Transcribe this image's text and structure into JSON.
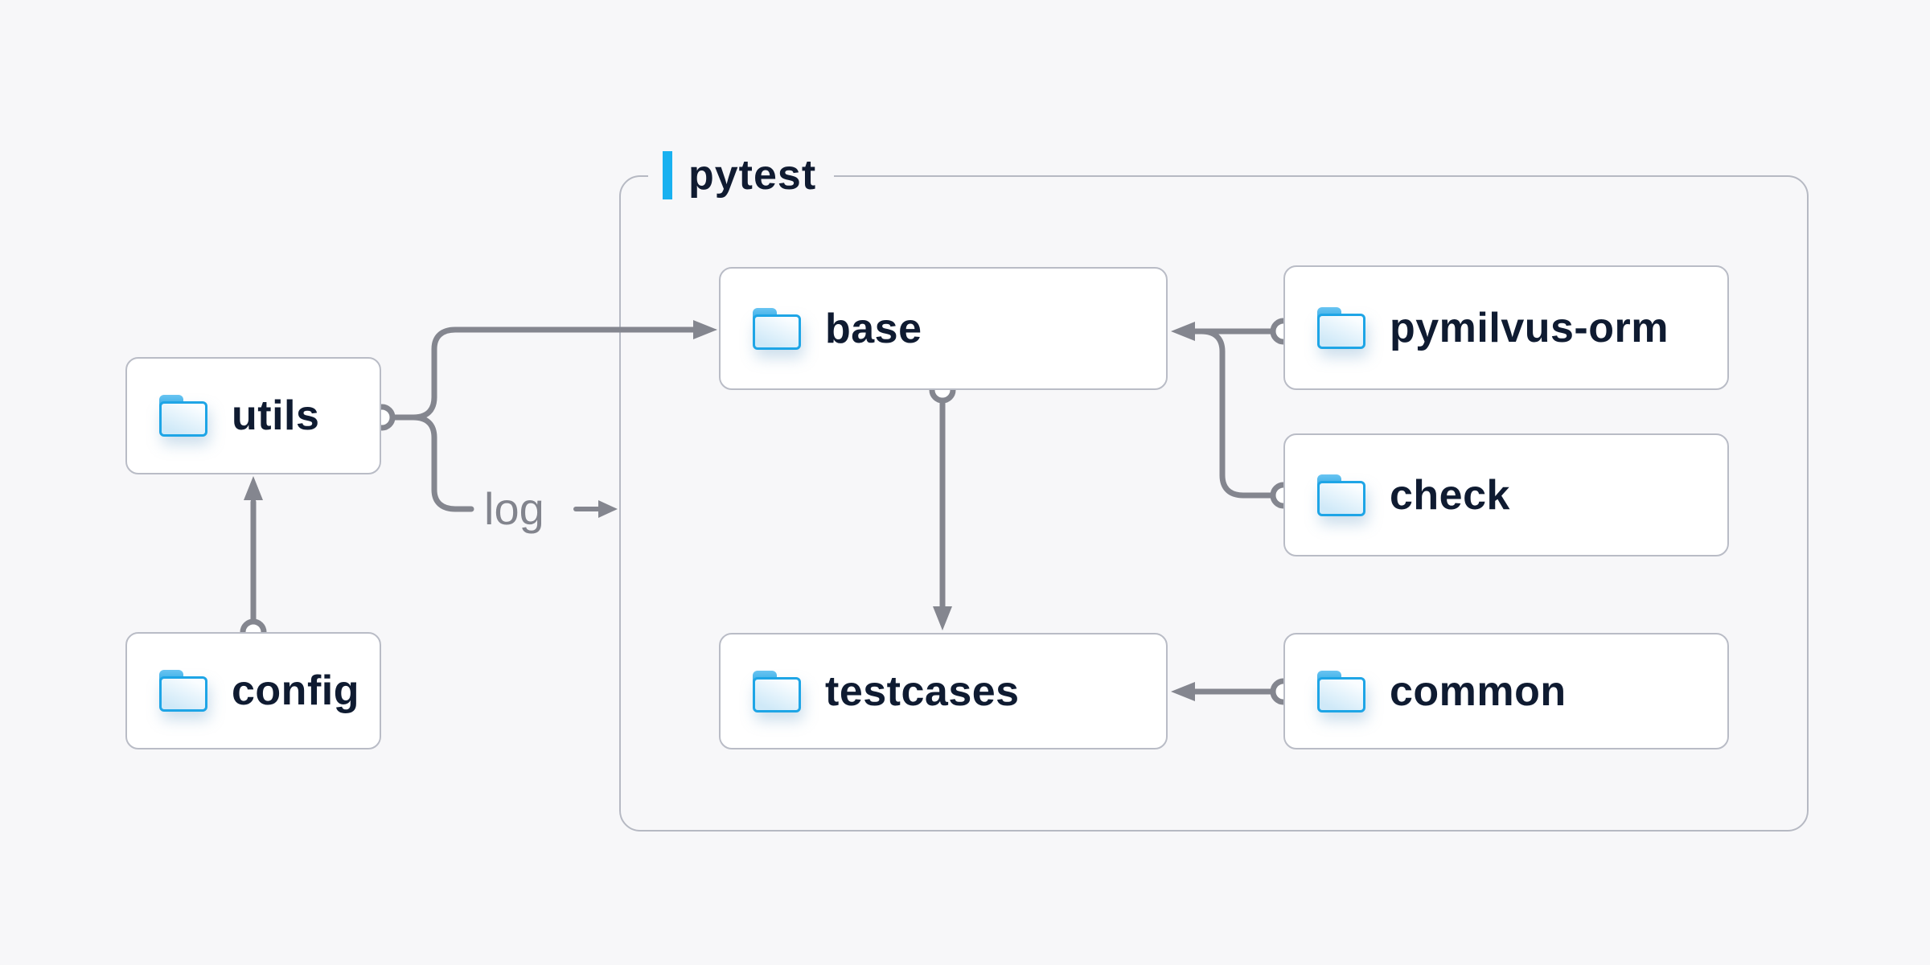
{
  "diagram": {
    "container": {
      "label": "pytest",
      "accent_color": "#19b1f0"
    },
    "nodes": [
      {
        "id": "utils",
        "label": "utils"
      },
      {
        "id": "config",
        "label": "config"
      },
      {
        "id": "base",
        "label": "base"
      },
      {
        "id": "pymilvus-orm",
        "label": "pymilvus-orm"
      },
      {
        "id": "check",
        "label": "check"
      },
      {
        "id": "testcases",
        "label": "testcases"
      },
      {
        "id": "common",
        "label": "common"
      }
    ],
    "edge_label": {
      "text": "log"
    },
    "edges": [
      {
        "from": "config",
        "to": "utils"
      },
      {
        "from": "utils",
        "to": "base"
      },
      {
        "from": "utils",
        "to": "log"
      },
      {
        "from": "pymilvus-orm",
        "to": "base"
      },
      {
        "from": "check",
        "to": "base"
      },
      {
        "from": "base",
        "to": "testcases"
      },
      {
        "from": "common",
        "to": "testcases"
      }
    ],
    "colors": {
      "background": "#f7f7f9",
      "line": "#84868f",
      "node_border": "#b9bcc6",
      "group_border": "#b6b9c3",
      "node_text": "#0f1b31",
      "edge_label_text": "#82848d",
      "folder_blue": "#1ea5e6"
    }
  }
}
